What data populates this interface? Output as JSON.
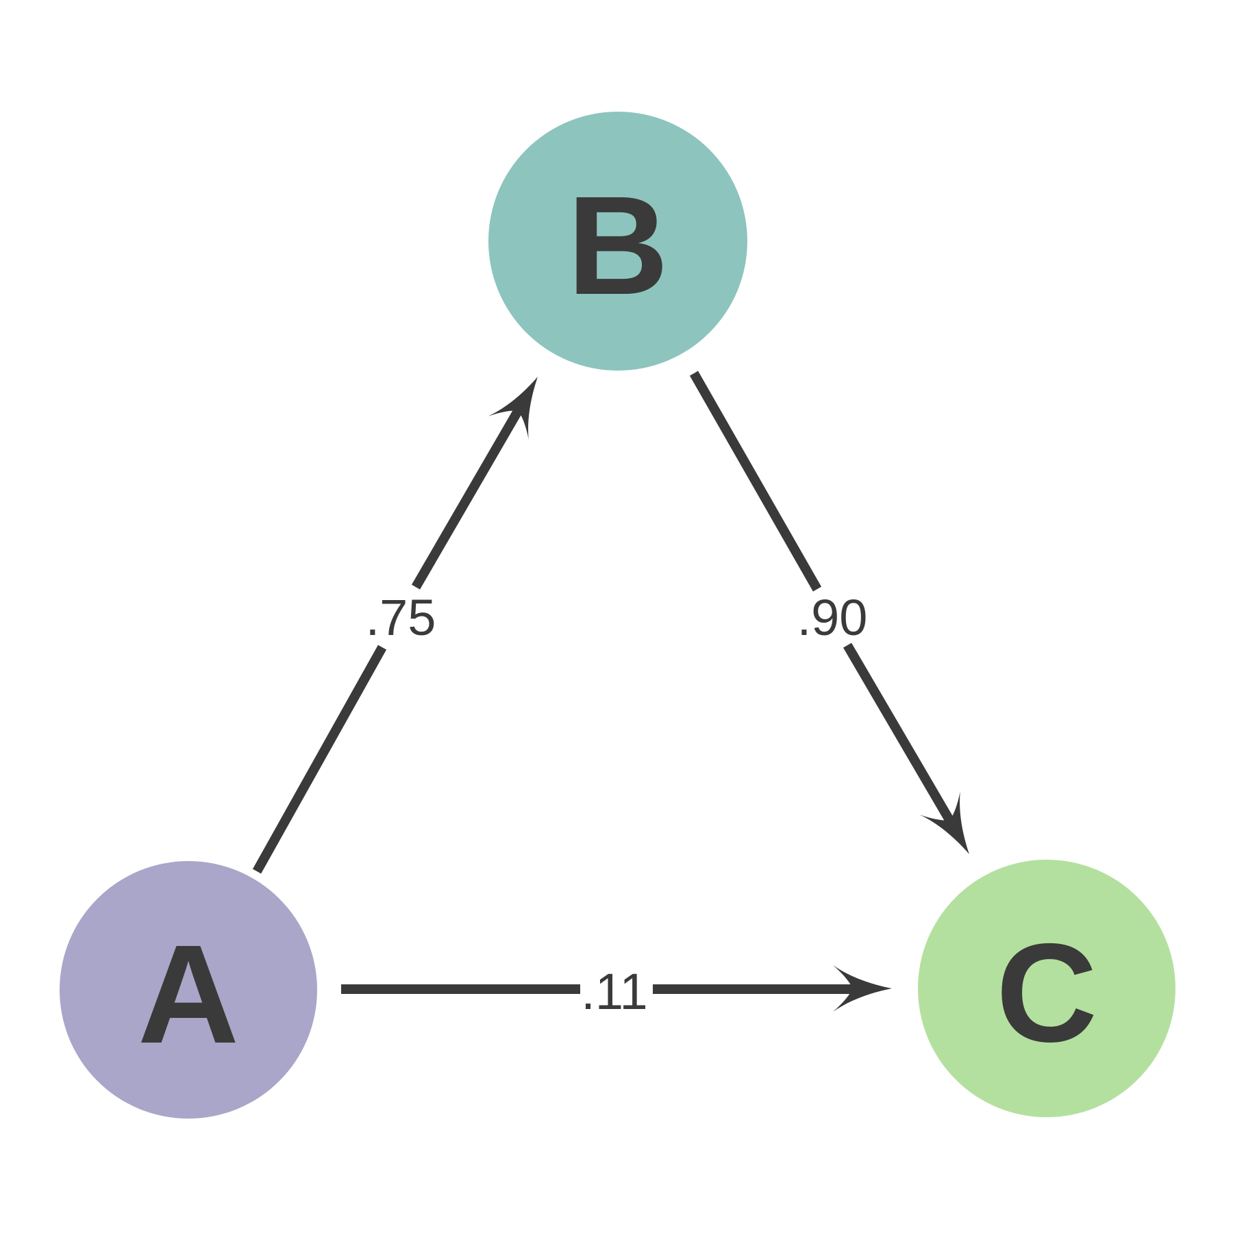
{
  "diagram": {
    "background_color": "#ffffff",
    "line_color": "#3a3a3a",
    "label_color": "#3a3a3a",
    "nodes": [
      {
        "id": "A",
        "label": "A",
        "fill": "#a9a6c9"
      },
      {
        "id": "B",
        "label": "B",
        "fill": "#8dc4be"
      },
      {
        "id": "C",
        "label": "C",
        "fill": "#b4e09f"
      }
    ],
    "edges": [
      {
        "from": "A",
        "to": "B",
        "weight_label": ".75"
      },
      {
        "from": "B",
        "to": "C",
        "weight_label": ".90"
      },
      {
        "from": "A",
        "to": "C",
        "weight_label": ".11"
      }
    ]
  }
}
